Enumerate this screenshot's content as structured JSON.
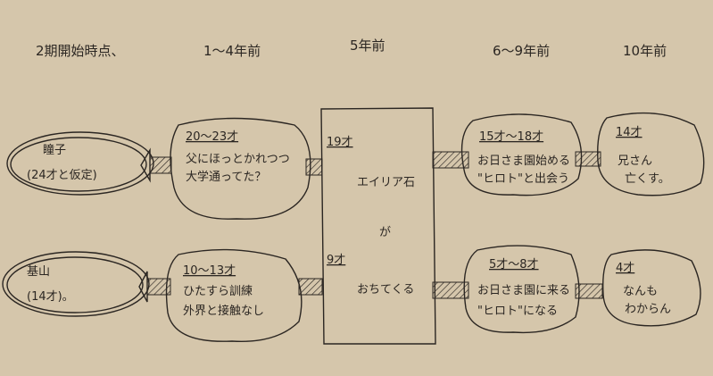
{
  "headers": [
    "2期開始時点、",
    "1〜4年前",
    "5年前",
    "6〜9年前",
    "10年前"
  ],
  "center": {
    "line1": "エイリア石",
    "line2": "が",
    "line3": "おちてくる",
    "age_top": "19才",
    "age_bottom": "9才"
  },
  "rows": [
    {
      "person": {
        "name": "瞳子",
        "note": "(24才と仮定)"
      },
      "period_1_4": {
        "age": "20〜23才",
        "line1": "父にほっとかれつつ",
        "line2": "大学通ってた？"
      },
      "period_6_9": {
        "age": "15才〜18才",
        "line1": "お日さま園始める",
        "line2": "\"ヒロト\"と出会う"
      },
      "period_10": {
        "age": "14才",
        "line1": "兄さん",
        "line2": "亡くす。"
      }
    },
    {
      "person": {
        "name": "基山",
        "note": "(14才)。"
      },
      "period_1_4": {
        "age": "10〜13才",
        "line1": "ひたすら訓練",
        "line2": "外界と接触なし"
      },
      "period_6_9": {
        "age": "5才〜8才",
        "line1": "お日さま園に来る",
        "line2": "\"ヒロト\"になる"
      },
      "period_10": {
        "age": "4才",
        "line1": "なんも",
        "line2": "わからん"
      }
    }
  ]
}
